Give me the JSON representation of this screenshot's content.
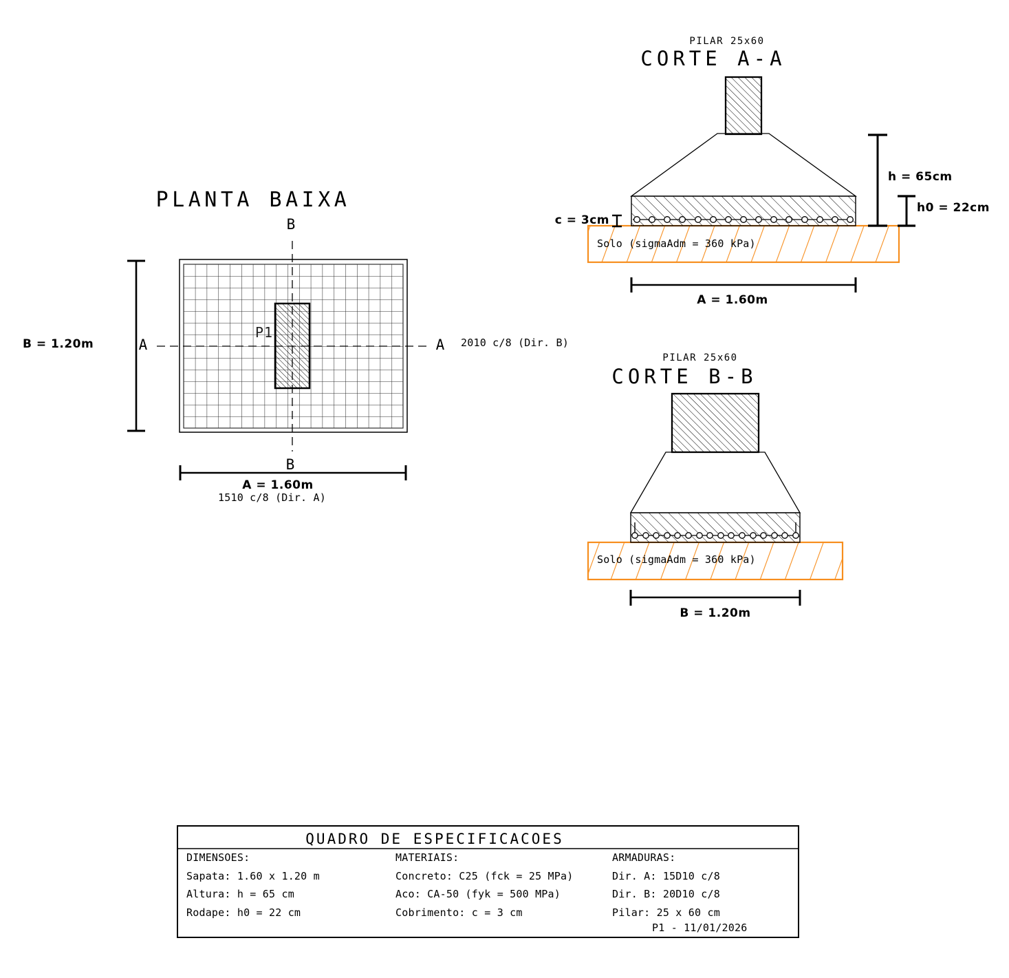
{
  "colors": {
    "ink": "#000000",
    "soil_orange": "#F78E1E",
    "grid_line": "#2F2F2F"
  },
  "planta": {
    "title": "PLANTA BAIXA",
    "axis_top": "B",
    "axis_bottom": "B",
    "axis_left": "A",
    "axis_right": "A",
    "pillar_label": "P1",
    "dim_width_label": "B = 1.20m",
    "dim_length_label": "A = 1.60m",
    "rebar_note_dir_b": "2010 c/8 (Dir. B)",
    "rebar_note_dir_a": "1510 c/8 (Dir. A)"
  },
  "corte_aa": {
    "pilar_label": "PILAR 25x60",
    "title": "CORTE A-A",
    "cover_label": "c = 3cm",
    "height_label": "h = 65cm",
    "rodape_label": "h0 = 22cm",
    "soil_label": "Solo (sigmaAdm = 360 kPa)",
    "dim_label": "A = 1.60m"
  },
  "corte_bb": {
    "pilar_label": "PILAR 25x60",
    "title": "CORTE B-B",
    "soil_label": "Solo (sigmaAdm = 360 kPa)",
    "dim_label": "B = 1.20m"
  },
  "spec_table": {
    "title": "QUADRO DE ESPECIFICACOES",
    "columns": [
      {
        "header": "DIMENSOES:",
        "rows": [
          "Sapata: 1.60 x 1.20 m",
          "Altura: h = 65 cm",
          "Rodape: h0 = 22 cm"
        ]
      },
      {
        "header": "MATERIAIS:",
        "rows": [
          "Concreto: C25 (fck = 25 MPa)",
          "Aco: CA-50 (fyk = 500 MPa)",
          "Cobrimento: c = 3 cm"
        ]
      },
      {
        "header": "ARMADURAS:",
        "rows": [
          "Dir. A: 15D10 c/8",
          "Dir. B: 20D10 c/8",
          "Pilar: 25 x 60 cm"
        ]
      }
    ],
    "footer": "P1 - 11/01/2026"
  }
}
